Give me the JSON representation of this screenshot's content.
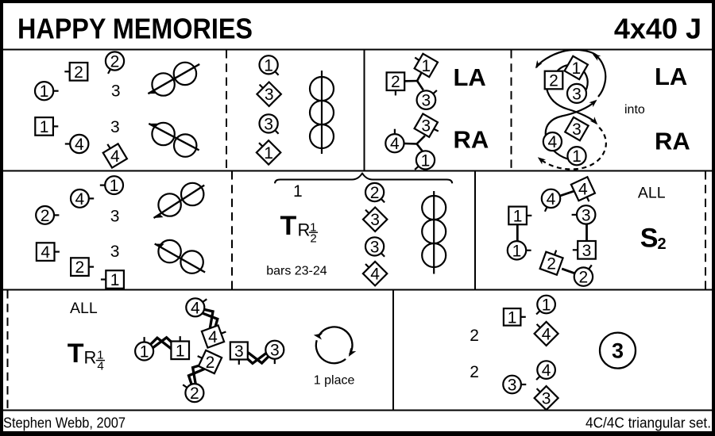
{
  "header": {
    "title": "HAPPY MEMORIES",
    "code": "4x40 J"
  },
  "footer": {
    "author": "Stephen Webb, 2007",
    "set_info": "4C/4C triangular set."
  },
  "colors": {
    "ink": "#000000",
    "paper": "#ffffff"
  },
  "panels": {
    "p1": {
      "glyphs": [
        {
          "shape": "circle",
          "label": "1"
        },
        {
          "shape": "square",
          "label": "2"
        },
        {
          "shape": "circle",
          "label": "2"
        },
        {
          "shape": "square",
          "label": "1"
        },
        {
          "shape": "circle",
          "label": "4"
        },
        {
          "shape": "diamond",
          "label": "4"
        }
      ],
      "texts": [
        {
          "value": "3"
        },
        {
          "value": "3"
        }
      ]
    },
    "p2": {
      "glyphs": [
        {
          "shape": "circle",
          "label": "1"
        },
        {
          "shape": "diamond",
          "label": "3"
        },
        {
          "shape": "circle",
          "label": "3"
        },
        {
          "shape": "diamond",
          "label": "1"
        }
      ]
    },
    "p3": {
      "glyphs": [
        {
          "shape": "square",
          "label": "2"
        },
        {
          "shape": "diamond",
          "label": "1"
        },
        {
          "shape": "circle",
          "label": "3"
        },
        {
          "shape": "circle",
          "label": "4"
        },
        {
          "shape": "diamond",
          "label": "3"
        },
        {
          "shape": "circle",
          "label": "1"
        }
      ],
      "labels": [
        {
          "value": "LA"
        },
        {
          "value": "RA"
        }
      ]
    },
    "p4": {
      "glyphs": [
        {
          "shape": "square",
          "label": "2"
        },
        {
          "shape": "diamond",
          "label": "1"
        },
        {
          "shape": "circle",
          "label": "3"
        },
        {
          "shape": "circle",
          "label": "4"
        },
        {
          "shape": "diamond",
          "label": "3"
        },
        {
          "shape": "circle",
          "label": "1"
        }
      ],
      "labels": [
        {
          "value": "LA"
        },
        {
          "value": "into"
        },
        {
          "value": "RA"
        }
      ]
    },
    "p5": {
      "glyphs": [
        {
          "shape": "circle",
          "label": "1"
        },
        {
          "shape": "circle",
          "label": "4"
        },
        {
          "shape": "circle",
          "label": "2"
        },
        {
          "shape": "square",
          "label": "4"
        },
        {
          "shape": "square",
          "label": "2"
        },
        {
          "shape": "square",
          "label": "1"
        }
      ],
      "texts": [
        {
          "value": "3"
        },
        {
          "value": "3"
        }
      ]
    },
    "p6": {
      "glyphs": [
        {
          "shape": "circle",
          "label": "2"
        },
        {
          "shape": "diamond",
          "label": "3"
        },
        {
          "shape": "circle",
          "label": "3"
        },
        {
          "shape": "diamond",
          "label": "4"
        }
      ],
      "texts": [
        {
          "value": "1"
        },
        {
          "value": "bars 23-24"
        }
      ],
      "turn": {
        "symbol": "T",
        "hand": "R",
        "fraction_num": "1",
        "fraction_den": "2"
      }
    },
    "p7": {
      "glyphs": [
        {
          "shape": "diamond",
          "label": "4"
        },
        {
          "shape": "circle",
          "label": "4"
        },
        {
          "shape": "square",
          "label": "1"
        },
        {
          "shape": "circle",
          "label": "1"
        },
        {
          "shape": "circle",
          "label": "3"
        },
        {
          "shape": "square",
          "label": "3"
        },
        {
          "shape": "diamond",
          "label": "2"
        },
        {
          "shape": "circle",
          "label": "2"
        }
      ],
      "labels": [
        {
          "value": "ALL"
        }
      ],
      "set": {
        "symbol": "S",
        "repeat": "2"
      }
    },
    "p8": {
      "glyphs": [
        {
          "shape": "circle",
          "label": "1"
        },
        {
          "shape": "square",
          "label": "1"
        },
        {
          "shape": "circle",
          "label": "4"
        },
        {
          "shape": "diamond",
          "label": "4"
        },
        {
          "shape": "diamond",
          "label": "2"
        },
        {
          "shape": "circle",
          "label": "2"
        },
        {
          "shape": "square",
          "label": "3"
        },
        {
          "shape": "circle",
          "label": "3"
        }
      ],
      "labels": [
        {
          "value": "ALL"
        },
        {
          "value": "1 place"
        }
      ],
      "turn": {
        "symbol": "T",
        "hand": "R",
        "fraction_num": "1",
        "fraction_den": "4"
      }
    },
    "p9": {
      "glyphs": [
        {
          "shape": "square",
          "label": "1"
        },
        {
          "shape": "circle",
          "label": "1"
        },
        {
          "shape": "diamond",
          "label": "4"
        },
        {
          "shape": "circle",
          "label": "4"
        },
        {
          "shape": "circle",
          "label": "3"
        },
        {
          "shape": "diamond",
          "label": "3"
        }
      ],
      "texts": [
        {
          "value": "2"
        },
        {
          "value": "2"
        }
      ],
      "big_circle": {
        "label": "3"
      }
    }
  }
}
